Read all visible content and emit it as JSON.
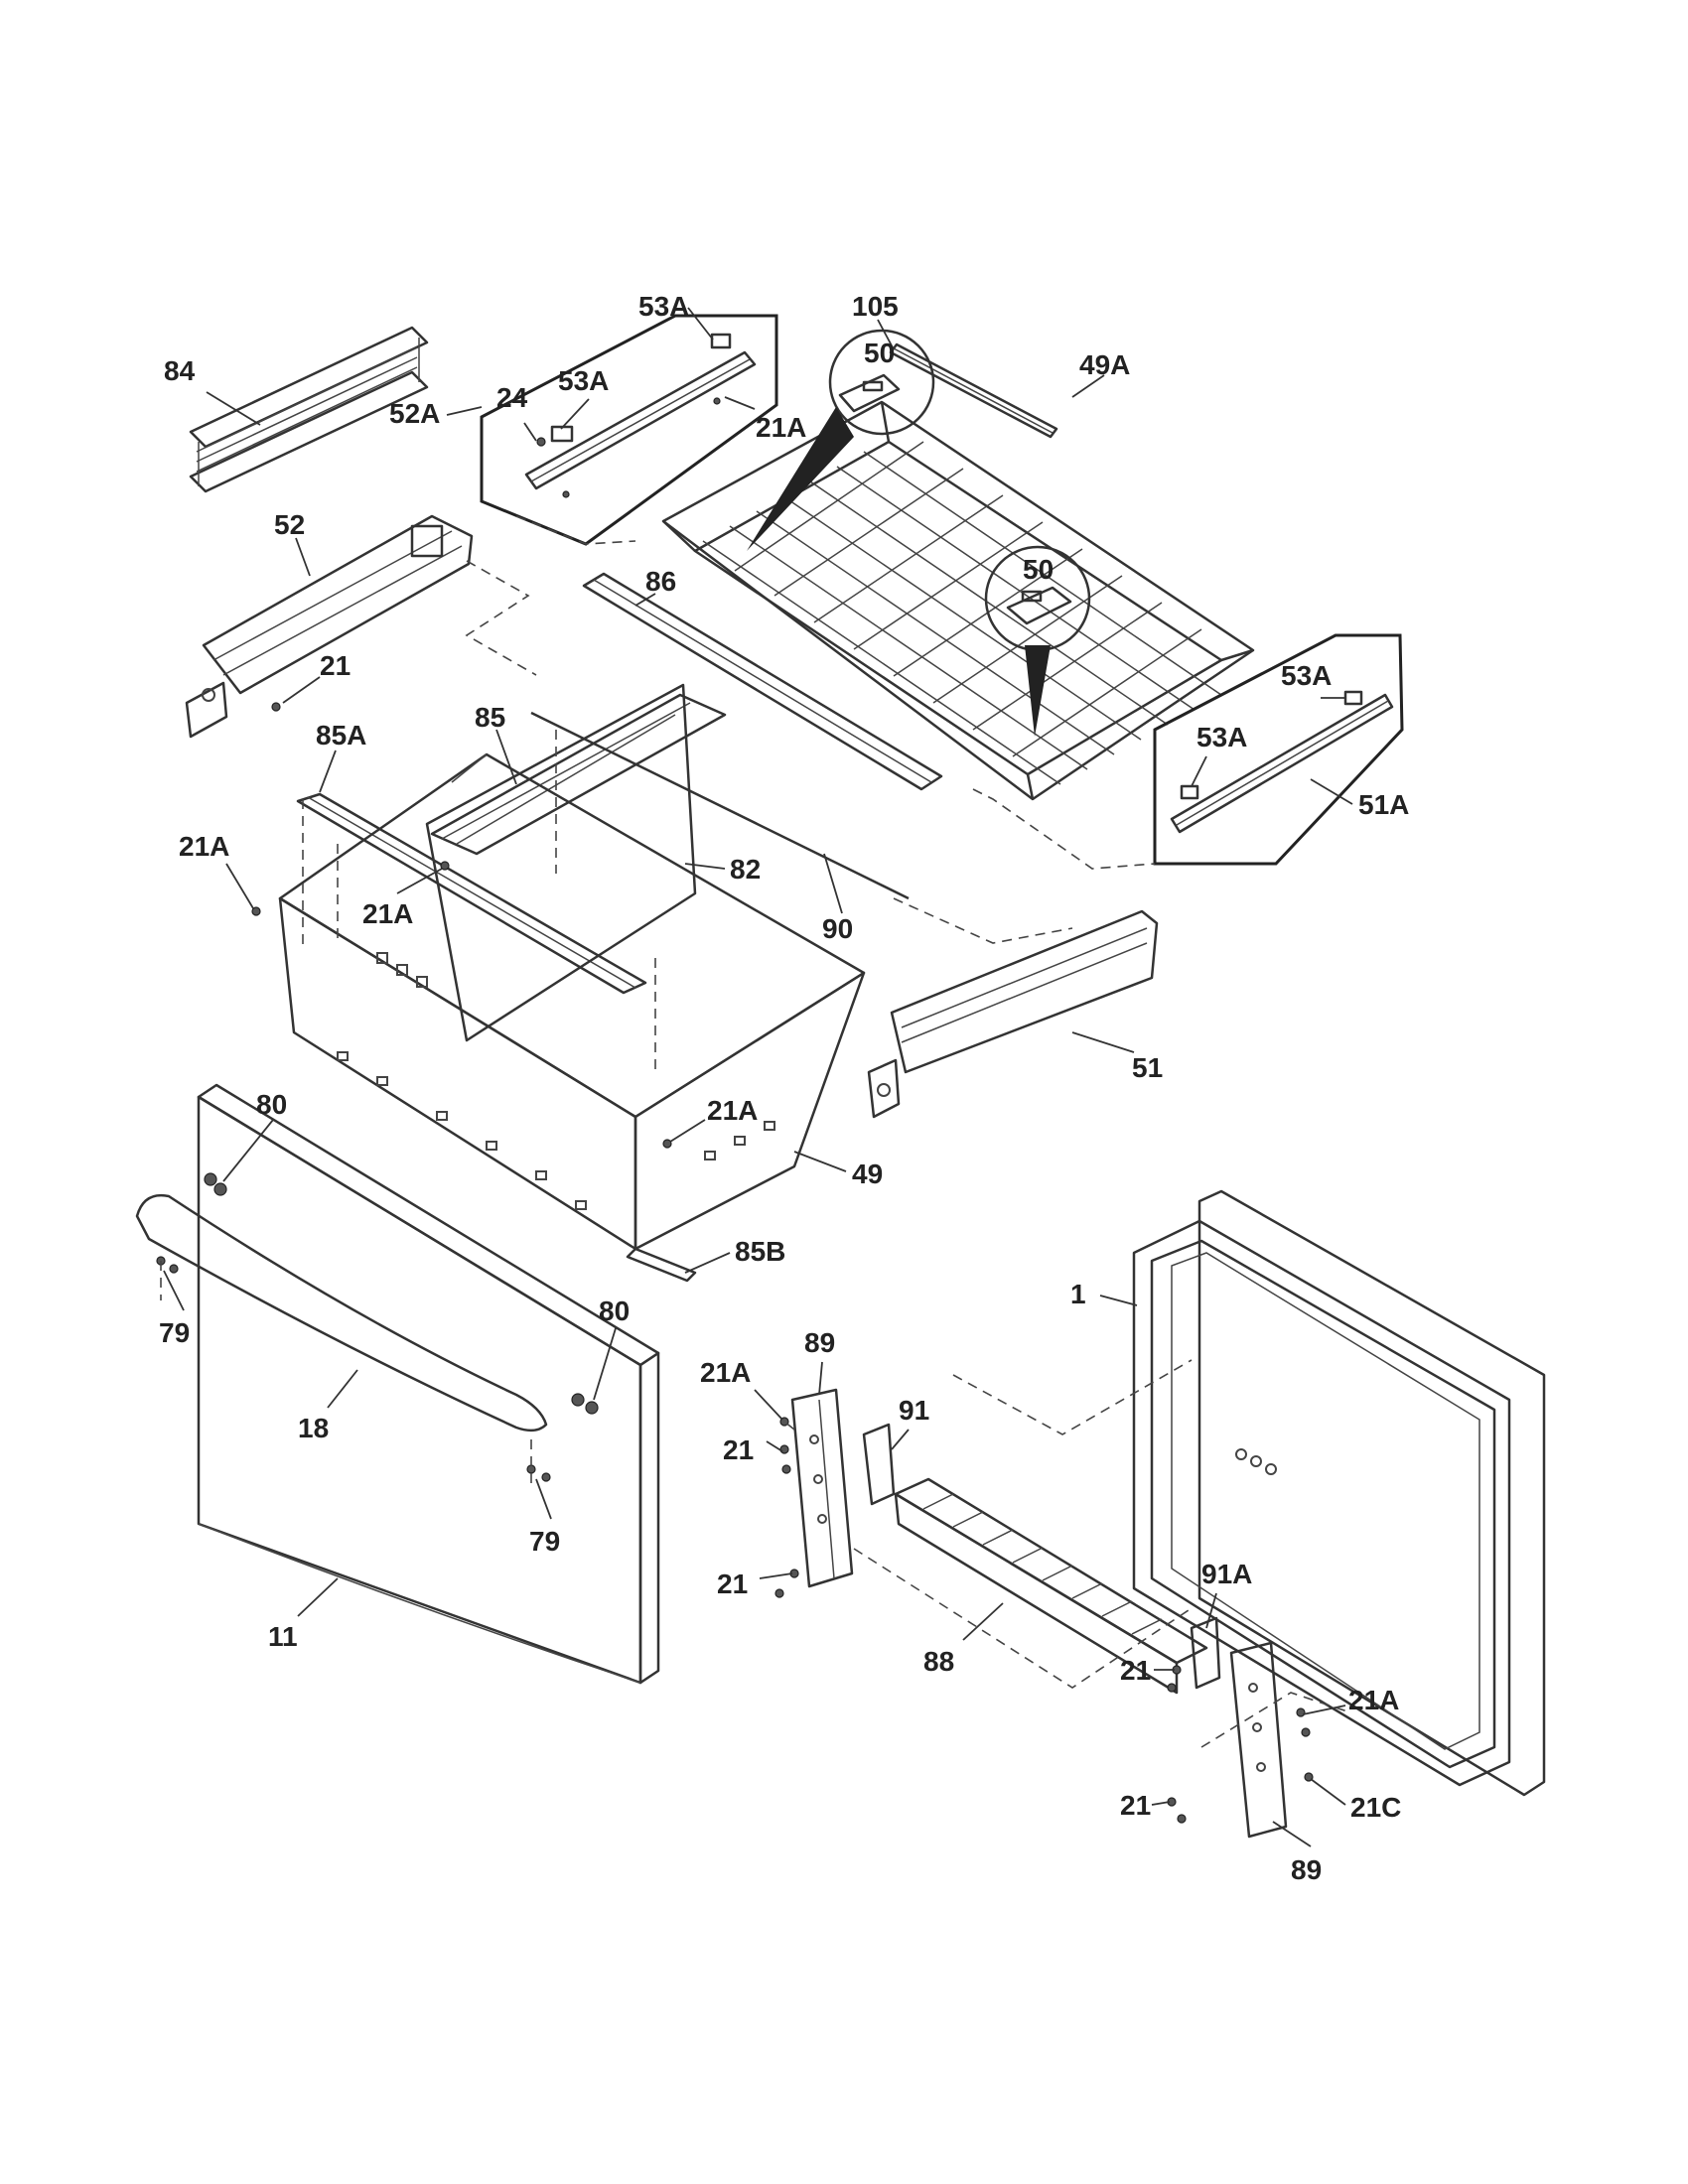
{
  "diagram": {
    "labels": {
      "p84": "84",
      "p52A": "52A",
      "p24": "24",
      "p53A_a": "53A",
      "p53A_b": "53A",
      "p21A_a": "21A",
      "p105": "105",
      "p49A": "49A",
      "p50_a": "50",
      "p50_b": "50",
      "p52": "52",
      "p86": "86",
      "p21_a": "21",
      "p53A_c": "53A",
      "p53A_d": "53A",
      "p51A": "51A",
      "p85A": "85A",
      "p85": "85",
      "p21A_b": "21A",
      "p82": "82",
      "p21A_c": "21A",
      "p90": "90",
      "p51": "51",
      "p21A_d": "21A",
      "p80_a": "80",
      "p49": "49",
      "p85B": "85B",
      "p79_a": "79",
      "p80_b": "80",
      "p1": "1",
      "p89_a": "89",
      "p21A_e": "21A",
      "p91": "91",
      "p21_b": "21",
      "p18": "18",
      "p79_b": "79",
      "p21_c": "21",
      "p11": "11",
      "p88": "88",
      "p91A": "91A",
      "p21_d": "21",
      "p21A_f": "21A",
      "p21C": "21C",
      "p21_e": "21",
      "p89_b": "89"
    }
  }
}
